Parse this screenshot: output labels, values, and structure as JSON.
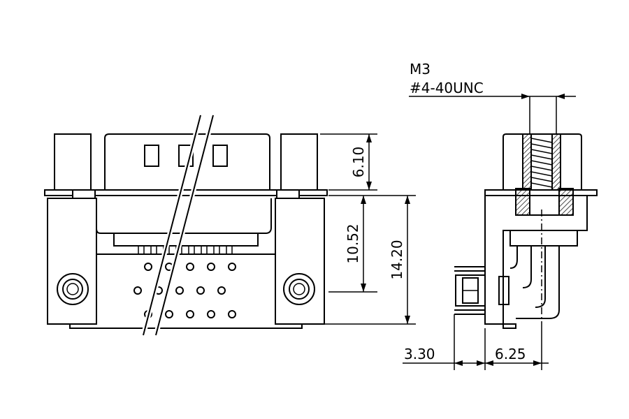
{
  "labels": {
    "thread_metric": "M3",
    "thread_unc": "#4-40UNC",
    "dim_top_height": "6.10",
    "dim_body_height": "10.52",
    "dim_total_height": "14.20",
    "dim_pin_offset": "3.30",
    "dim_pin_depth": "6.25"
  }
}
